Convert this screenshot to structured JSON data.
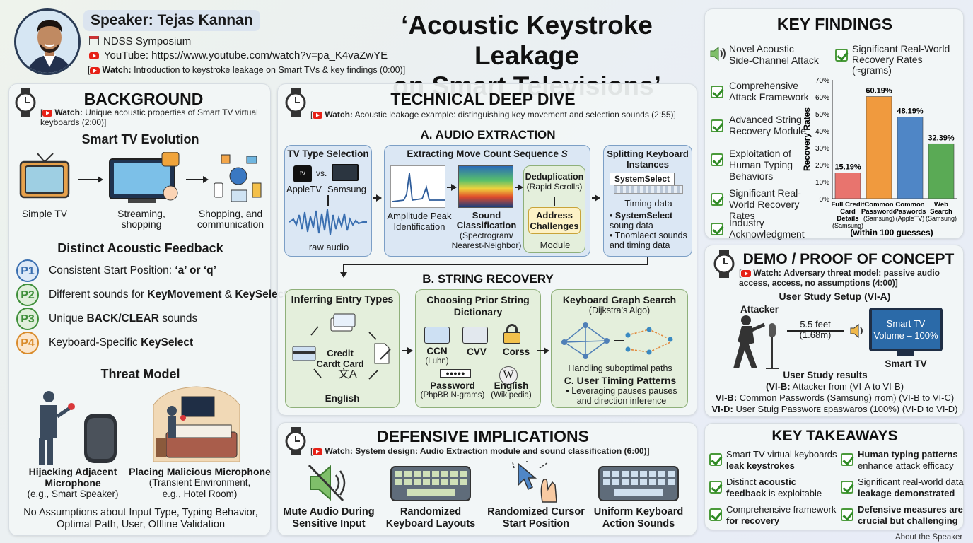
{
  "header": {
    "speaker": "Speaker: Tejas Kannan",
    "venue": "NDSS Symposium",
    "youtube": "YouTube: https://www.youtube.com/watch?v=pa_K4vaZwYE",
    "watch_label": "Watch:",
    "watch_text": "Introduction to keystroke leakage on Smart TVs & key findings (0:00)]",
    "title_line1": "‘Acoustic Keystroke Leakage",
    "title_line2": "on Smart Televisions’"
  },
  "background": {
    "title": "BACKGROUND",
    "watch_label": "Watch:",
    "watch_text": "Unique acoustic properties of Smart TV virtual keyboards (2:00)]",
    "evolution_title": "Smart TV Evolution",
    "evolution": [
      "Simple TV",
      "Streaming, shopping",
      "Shopping, and communication"
    ],
    "feedback_title": "Distinct Acoustic Feedback",
    "properties": [
      {
        "id": "P1",
        "pre": "Consistent Start Position: ",
        "bold": "‘a’ or ‘q’",
        "post": "",
        "color": "#3a6fb0",
        "bg": "#dde9f7"
      },
      {
        "id": "P2",
        "pre": "Different sounds for ",
        "bold": "KeyMovement",
        "mid": " & ",
        "bold2": "KeySelect",
        "post": "",
        "color": "#3f8f3a",
        "bg": "#e0efdb"
      },
      {
        "id": "P3",
        "pre": "Unique ",
        "bold": "BACK/CLEAR",
        "post": " sounds",
        "color": "#3f8f3a",
        "bg": "#e0efdb"
      },
      {
        "id": "P4",
        "pre": "Keyboard-Specific ",
        "bold": "KeySelect",
        "post": "",
        "color": "#d98b2b",
        "bg": "#fbe6cd"
      }
    ],
    "threat_title": "Threat Model",
    "threat_left_bold": "Hijacking Adjacent Microphone",
    "threat_left_sub": "(e.g., Smart Speaker)",
    "threat_right_bold": "Placing Malicious Microphone",
    "threat_right_sub": "(Transient Environment, e.g., Hotel Room)",
    "assumptions": "No Assumptions about Input Type, Typing Behavior, Optimal Path, User, Offline Validation"
  },
  "deep_dive": {
    "title": "TECHNICAL DEEP DIVE",
    "watch_label": "Watch:",
    "watch_text": "Acoustic leakage example: distinguishing key movement and selection sounds (2:55)]",
    "a_title": "A. AUDIO EXTRACTION",
    "tv_type_title": "TV Type Selection",
    "vs": "vs.",
    "apple": "AppleTV",
    "samsung": "Samsung",
    "raw_audio": "raw audio",
    "extract_title": "Extracting Move Count Sequence",
    "extract_var": "S",
    "amp_peak": "Amplitude Peak Identification",
    "sound_class_bold": "Sound Classification",
    "sound_class_sub": "(Spectrogram/ Nearest-Neighbor)",
    "dedup_bold": "Deduplication",
    "dedup_sub": "(Rapid Scrolls)",
    "address_bold": "Address Challenges",
    "module": "Module",
    "split_title": "Splitting Keyboard Instances",
    "system_select": "SystemSelect",
    "timing": "Timing data",
    "split_b1_bold": "SystemSelect",
    "split_b1_rest": "soung data",
    "split_b2": "Tnomlaect sounds and timing data",
    "b_title": "B. STRING RECOVERY",
    "infer_title": "Inferring Entry Types",
    "credit": "Credit Cardt Card",
    "english": "English",
    "prior_title": "Choosing Prior String Dictionary",
    "ccn": "CCN",
    "ccn_sub": "(Luhn)",
    "cvv": "CVV",
    "corss": "Corss",
    "password": "Password",
    "password_sub": "(PhpBB N-grams)",
    "english2": "English",
    "english2_sub": "(Wikipedia)",
    "graph_title": "Keyboard Graph Search",
    "graph_sub": "(Dijkstra's Algo)",
    "suboptimal": "Handling suboptimal paths",
    "c_title": "C. User Timing Patterns",
    "c_text": "• Leveraging pauses pauses and direction inference"
  },
  "defensive": {
    "title": "DEFENSIVE IMPLICATIONS",
    "watch_label": "Watch:",
    "watch_text": "System design: Audio Extraction module and sound classification (6:00)]",
    "items": [
      "Mute Audio During Sensitive Input",
      "Randomized Keyboard Layouts",
      "Randomized Cursor Start Position",
      "Uniform Keyboard Action Sounds"
    ]
  },
  "findings": {
    "title": "KEY FINDINGS",
    "items": [
      "Novel Acoustic Side-Channel Attack",
      "Comprehensive Attack Framework",
      "Advanced String Recovery Module",
      "Exploitation of Human Typing Behaviors",
      "Significant Real-World Recovery Rates",
      "Industry Acknowledgment"
    ],
    "chart_heading": "Significant Real-World Recovery Rates (≈grams)",
    "caption": "(within 100 guesses)"
  },
  "chart_data": {
    "type": "bar",
    "title": "",
    "ylabel": "Recovery Rates",
    "xlabel": "",
    "ylim": [
      0,
      70
    ],
    "yticks": [
      "0%",
      "10%",
      "20%",
      "30%",
      "40%",
      "50%",
      "60%",
      "70%"
    ],
    "categories": [
      "Full Credit Card Details (Samsung)",
      "Common Passwordc (Samsung)",
      "Common Paswords (AppleTV)",
      "Web Search (Samsung)"
    ],
    "cat_lines": [
      [
        "Full Credit",
        "Card",
        "Details",
        "(Samsung)"
      ],
      [
        "Common",
        "Passwordc",
        "(Samsung)"
      ],
      [
        "Common",
        "Paswords",
        "(AppleTV)"
      ],
      [
        "Web",
        "Search",
        "(Samsung)"
      ]
    ],
    "values": [
      15.19,
      60.19,
      48.19,
      32.39
    ],
    "labels": [
      "15.19%",
      "60.19%",
      "48.19%",
      "32.39%"
    ],
    "colors": [
      "#e8746e",
      "#f09a3e",
      "#4f86c6",
      "#5aaa55"
    ],
    "grid": false
  },
  "demo": {
    "title": "DEMO / PROOF OF CONCEPT",
    "watch_label": "Watch:",
    "watch_text": "Adversary threat model: passive audio access, access, no assumptions (4:00)]",
    "setup": "User Study Setup (VI-A)",
    "attacker": "Attacker",
    "distance": "5.5 feet",
    "distance_m": "(1.68m)",
    "tv_line1": "Smart TV",
    "tv_line2": "Volume – 100%",
    "tv_label": "Smart TV",
    "results_title": "User Study results",
    "r1_bold": "(VI-B:",
    "r1_rest": "Attacker from (VI-A to VI-B)",
    "r2_bold": "VI-B:",
    "r2_rest": "Common Passwords (Samsung) rrom) (VI-B to VI-C)",
    "r3_bold": "VI-D:",
    "r3_rest": "User Stuig Passworᴇ ᴇpaswaros (100%) (VI-D to VI-D)"
  },
  "takeaways": {
    "title": "KEY TAKEAWAYS",
    "items": [
      {
        "pre": "Smart TV virtual keyboards ",
        "bold": "leak keystrokes",
        "post": ""
      },
      {
        "pre": "",
        "bold": "Human typing patterns",
        "post": " enhance attack efficacy"
      },
      {
        "pre": "Distinct ",
        "bold": "acoustic feedback",
        "post": " is exploitable"
      },
      {
        "pre": "Significant real-world data ",
        "bold": "leakage demonstrated",
        "post": ""
      },
      {
        "pre": "Comprehensive framework ",
        "bold": "for recovery",
        "post": ""
      },
      {
        "pre": "",
        "bold": "Defensive measures are crucial but challenging",
        "post": ""
      }
    ]
  },
  "footer": "About the Speaker"
}
